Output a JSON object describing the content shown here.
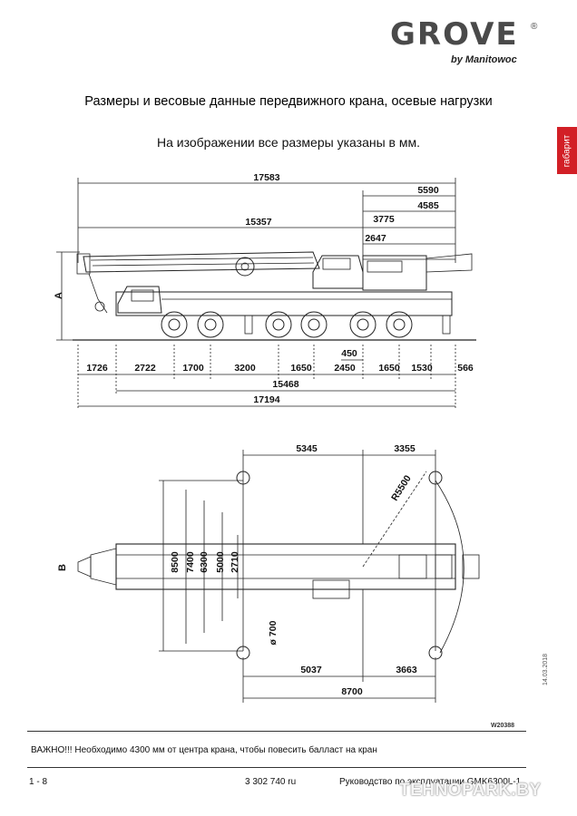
{
  "header": {
    "brand": "GROVE",
    "registered": "®",
    "byline": "by Manitowoc"
  },
  "title": "Размеры и весовые данные передвижного крана, осевые нагрузки",
  "subtitle": "На изображении все размеры указаны в мм.",
  "side_tab": "габарит",
  "side_view": {
    "label": "A",
    "top_dims": [
      "17583",
      "5590",
      "4585",
      "15357",
      "3775",
      "2647"
    ],
    "axle_dims": [
      "1726",
      "2722",
      "1700",
      "3200",
      "1650",
      "2450",
      "1650",
      "1530",
      "566"
    ],
    "inner_dim": "450",
    "bottom_dims": [
      "15468",
      "17194"
    ]
  },
  "top_view": {
    "label": "B",
    "top_dims": [
      "5345",
      "3355"
    ],
    "radius": "R5500",
    "vertical_dims": [
      "8500",
      "7400",
      "6300",
      "5000",
      "2710"
    ],
    "pad": "ø 700",
    "bottom_dims": [
      "5037",
      "3663",
      "8700"
    ]
  },
  "date_stamp": "14.03.2018",
  "drawing_number": "W20388",
  "note": "ВАЖНО!!! Необходимо 4300 мм от центра крана, чтобы повесить балласт на кран",
  "footer": {
    "page": "1 - 8",
    "doc_number": "3 302 740 ru",
    "manual": "Руководство по эксплуатации GMK6300L-1"
  },
  "watermark": "TEHNOPARK.BY"
}
